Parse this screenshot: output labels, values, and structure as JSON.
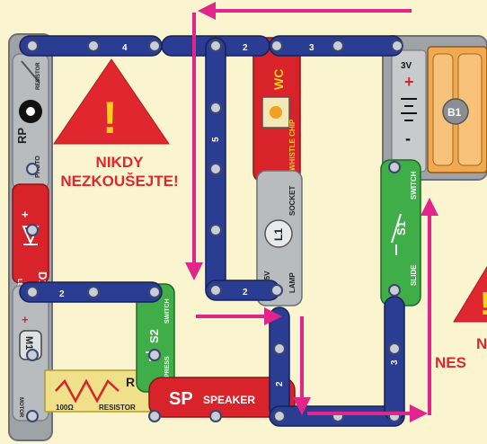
{
  "warnings": [
    {
      "symbol": "!",
      "text_line1": "NIKDY",
      "text_line2": "NEZKOUŠEJTE!"
    },
    {
      "symbol": "!",
      "text_line1": "N",
      "text_line2": "NES"
    }
  ],
  "colors": {
    "background": "#fbf5cf",
    "snap_blue": "#2b3d92",
    "part_red": "#d8232a",
    "part_green": "#3fae49",
    "arrow_magenta": "#e2258c",
    "warning_red": "#e0262f",
    "warning_yellow": "#f7d117"
  },
  "wires": [
    {
      "id": "top-wire",
      "number": "4"
    },
    {
      "id": "top-wire-mid",
      "number": "2"
    },
    {
      "id": "top-wire-right",
      "number": "3"
    },
    {
      "id": "vertical-wire-5",
      "number": "5"
    },
    {
      "id": "short-wire-bottom",
      "number": "2"
    },
    {
      "id": "left-mid-wire",
      "number": "2"
    },
    {
      "id": "vertical-wire-2",
      "number": "2"
    },
    {
      "id": "vertical-wire-3",
      "number": "3"
    }
  ],
  "components": {
    "rp": {
      "code": "RP",
      "name": "PHOTO",
      "name2": "RESISTOR"
    },
    "d1": {
      "code": "D1",
      "name": "LED"
    },
    "m1": {
      "code": "M1",
      "name": "MOTOR"
    },
    "r": {
      "code": "R",
      "value": "100Ω",
      "name": "RESISTOR"
    },
    "wc": {
      "code": "WC",
      "name": "WHISTLE CHIP"
    },
    "l1": {
      "code": "L1",
      "value": "2.5V",
      "name": "LAMP",
      "name2": "SOCKET"
    },
    "b1": {
      "code": "B1",
      "value": "3V",
      "plus": "+",
      "minus": "-"
    },
    "s1": {
      "code": "S1",
      "name": "SLIDE",
      "name2": "SWITCH"
    },
    "s2": {
      "code": "S2",
      "name": "PRESS",
      "name2": "SWITCH"
    },
    "sp": {
      "code": "SP",
      "name": "SPEAKER"
    },
    "d1_plus": "+",
    "m1_plus": "+"
  }
}
